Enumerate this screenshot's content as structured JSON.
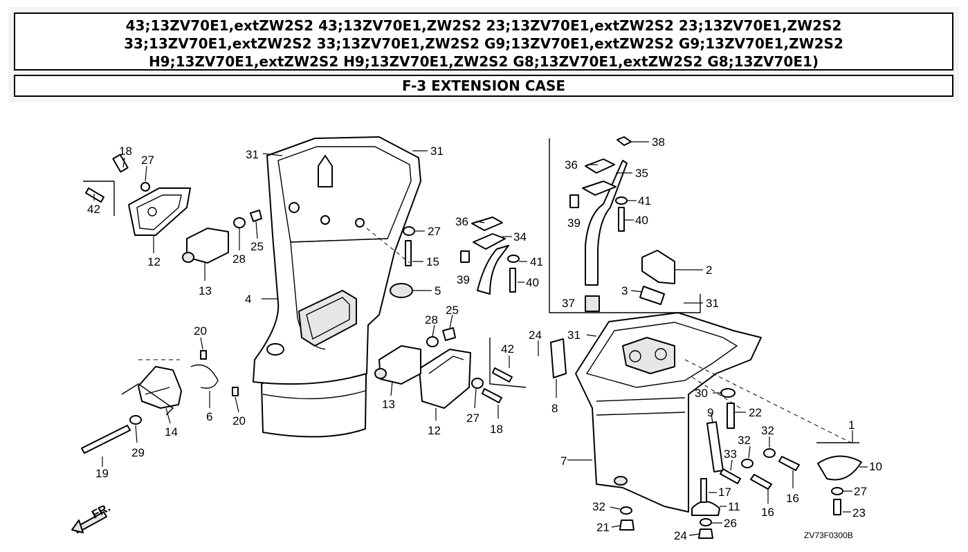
{
  "header": {
    "model_lines": [
      "43;13ZV70E1,extZW2S2 43;13ZV70E1,ZW2S2 23;13ZV70E1,extZW2S2 23;13ZV70E1,ZW2S2",
      "33;13ZV70E1,extZW2S2 33;13ZV70E1,ZW2S2 G9;13ZV70E1,extZW2S2 G9;13ZV70E1,ZW2S2",
      "H9;13ZV70E1,extZW2S2 H9;13ZV70E1,ZW2S2 G8;13ZV70E1,extZW2S2 G8;13ZV70E1)"
    ],
    "section_title": "F-3 EXTENSION CASE"
  },
  "diagram": {
    "drawing_code": "ZV73F0300B",
    "front_marker": "FR.",
    "callouts": [
      {
        "id": "c18a",
        "text": "18"
      },
      {
        "id": "c27a",
        "text": "27"
      },
      {
        "id": "c42a",
        "text": "42"
      },
      {
        "id": "c12a",
        "text": "12"
      },
      {
        "id": "c13a",
        "text": "13"
      },
      {
        "id": "c28a",
        "text": "28"
      },
      {
        "id": "c25a",
        "text": "25"
      },
      {
        "id": "c31a",
        "text": "31"
      },
      {
        "id": "c31b",
        "text": "31"
      },
      {
        "id": "c27b",
        "text": "27"
      },
      {
        "id": "c15",
        "text": "15"
      },
      {
        "id": "c5",
        "text": "5"
      },
      {
        "id": "c4",
        "text": "4"
      },
      {
        "id": "c36a",
        "text": "36"
      },
      {
        "id": "c34",
        "text": "34"
      },
      {
        "id": "c39a",
        "text": "39"
      },
      {
        "id": "c41a",
        "text": "41"
      },
      {
        "id": "c40a",
        "text": "40"
      },
      {
        "id": "c38",
        "text": "38"
      },
      {
        "id": "c36b",
        "text": "36"
      },
      {
        "id": "c35",
        "text": "35"
      },
      {
        "id": "c41b",
        "text": "41"
      },
      {
        "id": "c39b",
        "text": "39"
      },
      {
        "id": "c40b",
        "text": "40"
      },
      {
        "id": "c2",
        "text": "2"
      },
      {
        "id": "c3",
        "text": "3"
      },
      {
        "id": "c37",
        "text": "37"
      },
      {
        "id": "c31c",
        "text": "31"
      },
      {
        "id": "c31d",
        "text": "31"
      },
      {
        "id": "c20a",
        "text": "20"
      },
      {
        "id": "c6",
        "text": "6"
      },
      {
        "id": "c20b",
        "text": "20"
      },
      {
        "id": "c14",
        "text": "14"
      },
      {
        "id": "c29",
        "text": "29"
      },
      {
        "id": "c19",
        "text": "19"
      },
      {
        "id": "c28b",
        "text": "28"
      },
      {
        "id": "c25b",
        "text": "25"
      },
      {
        "id": "c13b",
        "text": "13"
      },
      {
        "id": "c12b",
        "text": "12"
      },
      {
        "id": "c27c",
        "text": "27"
      },
      {
        "id": "c18b",
        "text": "18"
      },
      {
        "id": "c42b",
        "text": "42"
      },
      {
        "id": "c24a",
        "text": "24"
      },
      {
        "id": "c8",
        "text": "8"
      },
      {
        "id": "c30",
        "text": "30"
      },
      {
        "id": "c22",
        "text": "22"
      },
      {
        "id": "c9",
        "text": "9"
      },
      {
        "id": "c7",
        "text": "7"
      },
      {
        "id": "c1",
        "text": "1"
      },
      {
        "id": "c32a",
        "text": "32"
      },
      {
        "id": "c32b",
        "text": "32"
      },
      {
        "id": "c33",
        "text": "33"
      },
      {
        "id": "c10",
        "text": "10"
      },
      {
        "id": "c27d",
        "text": "27"
      },
      {
        "id": "c16a",
        "text": "16"
      },
      {
        "id": "c16b",
        "text": "16"
      },
      {
        "id": "c23",
        "text": "23"
      },
      {
        "id": "c17",
        "text": "17"
      },
      {
        "id": "c11",
        "text": "11"
      },
      {
        "id": "c32c",
        "text": "32"
      },
      {
        "id": "c26",
        "text": "26"
      },
      {
        "id": "c21",
        "text": "21"
      },
      {
        "id": "c24b",
        "text": "24"
      }
    ]
  }
}
